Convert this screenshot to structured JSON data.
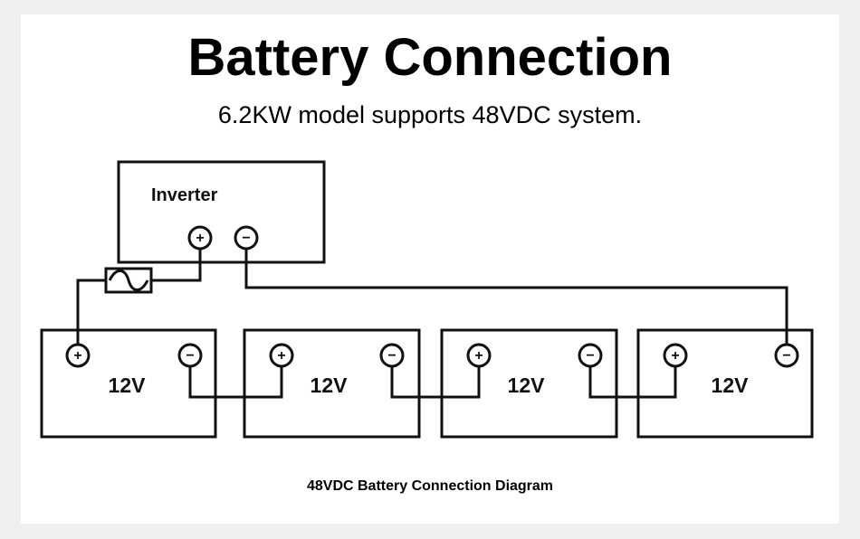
{
  "header": {
    "title": "Battery Connection",
    "subtitle": "6.2KW model supports 48VDC system."
  },
  "diagram": {
    "inverter": {
      "label": "Inverter",
      "terminals": [
        {
          "polarity": "positive",
          "symbol": "+"
        },
        {
          "polarity": "negative",
          "symbol": "−"
        }
      ]
    },
    "fuse": {
      "symbol": "fuse-icon"
    },
    "batteries": [
      {
        "label": "12V",
        "pos_symbol": "+",
        "neg_symbol": "−"
      },
      {
        "label": "12V",
        "pos_symbol": "+",
        "neg_symbol": "−"
      },
      {
        "label": "12V",
        "pos_symbol": "+",
        "neg_symbol": "−"
      },
      {
        "label": "12V",
        "pos_symbol": "+",
        "neg_symbol": "−"
      }
    ],
    "caption": "48VDC Battery Connection Diagram"
  },
  "colors": {
    "background": "#efefef",
    "card": "#ffffff",
    "line": "#111111"
  }
}
